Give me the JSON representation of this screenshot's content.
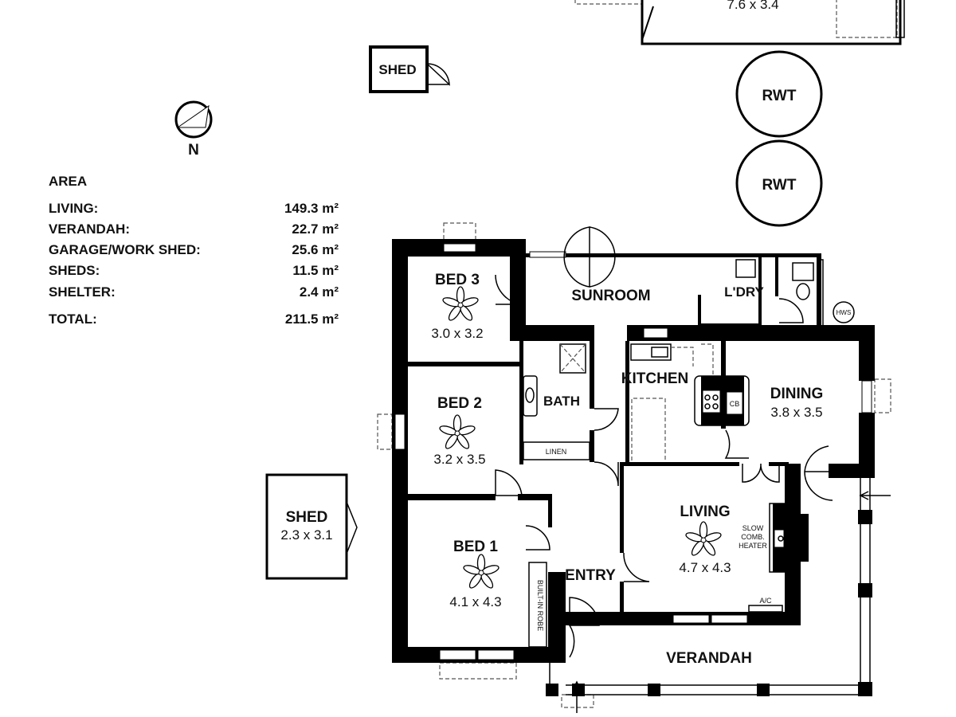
{
  "garage": {
    "dimensions": "7.6 x 3.4"
  },
  "shed_small": {
    "label": "SHED"
  },
  "shed_large": {
    "label": "SHED",
    "dimensions": "2.3 x 3.1"
  },
  "compass": {
    "label": "N"
  },
  "tanks": [
    {
      "label": "RWT"
    },
    {
      "label": "RWT"
    }
  ],
  "area": {
    "title": "AREA",
    "rows": [
      {
        "label": "LIVING:",
        "value": "149.3 m²"
      },
      {
        "label": "VERANDAH:",
        "value": "22.7 m²"
      },
      {
        "label": "GARAGE/WORK SHED:",
        "value": "25.6 m²"
      },
      {
        "label": "SHEDS:",
        "value": "11.5 m²"
      },
      {
        "label": "SHELTER:",
        "value": "2.4 m²"
      }
    ],
    "total_label": "TOTAL:",
    "total_value": "211.5 m²"
  },
  "rooms": {
    "bed3": {
      "label": "BED 3",
      "dimensions": "3.0 x 3.2"
    },
    "bed2": {
      "label": "BED 2",
      "dimensions": "3.2 x 3.5"
    },
    "bed1": {
      "label": "BED 1",
      "dimensions": "4.1 x 4.3"
    },
    "sunroom": {
      "label": "SUNROOM"
    },
    "laundry": {
      "label": "L'DRY"
    },
    "bath": {
      "label": "BATH"
    },
    "linen": {
      "label": "LINEN"
    },
    "kitchen": {
      "label": "KITCHEN"
    },
    "dining": {
      "label": "DINING",
      "dimensions": "3.8 x 3.5"
    },
    "living": {
      "label": "LIVING",
      "dimensions": "4.7 x 4.3"
    },
    "entry": {
      "label": "ENTRY"
    },
    "verandah": {
      "label": "VERANDAH"
    }
  },
  "fixtures": {
    "hws": "HWS",
    "cb": "CB",
    "robe": "BUILT-IN ROBE",
    "heater": [
      "SLOW",
      "COMB.",
      "HEATER"
    ],
    "ac": "A/C"
  }
}
